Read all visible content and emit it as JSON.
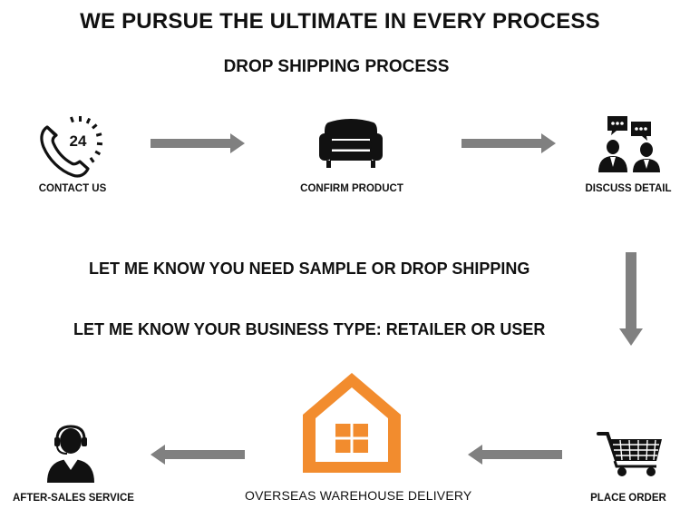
{
  "header": {
    "title": "WE PURSUE THE ULTIMATE IN EVERY PROCESS",
    "subtitle": "DROP SHIPPING PROCESS"
  },
  "steps": [
    {
      "label": "CONTACT US",
      "icon": "phone-24-icon"
    },
    {
      "label": "CONFIRM PRODUCT",
      "icon": "sofa-icon"
    },
    {
      "label": "DISCUSS DETAIL",
      "icon": "discussion-icon"
    },
    {
      "label": "PLACE ORDER",
      "icon": "shopping-cart-icon"
    },
    {
      "label": "OVERSEAS WAREHOUSE DELIVERY",
      "icon": "warehouse-icon"
    },
    {
      "label": "AFTER-SALES SERVICE",
      "icon": "headset-agent-icon"
    }
  ],
  "phone_badge": "24",
  "notes": [
    "LET ME KNOW YOU NEED SAMPLE OR DROP SHIPPING",
    "LET ME KNOW YOUR BUSINESS TYPE: RETAILER OR USER"
  ],
  "colors": {
    "arrow": "#808080",
    "warehouse": "#f28c2e",
    "icon": "#111111"
  }
}
